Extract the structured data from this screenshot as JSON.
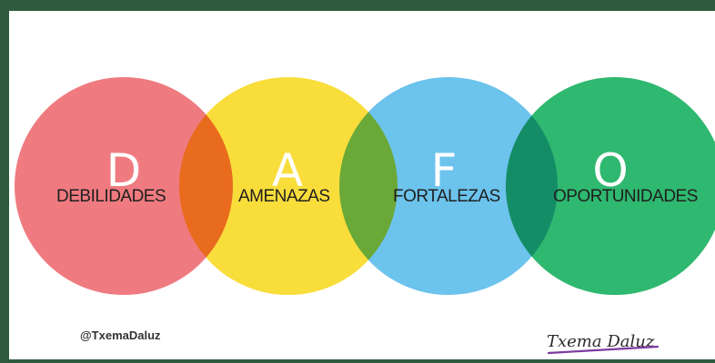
{
  "colors": {
    "frame": "#2e5b3e",
    "background": "#ffffff",
    "debilidades": "#ef7b80",
    "amenazas": "#f9dd3b",
    "fortalezas": "#6cc3ec",
    "oportunidades": "#2fb86f"
  },
  "items": [
    {
      "letter": "D",
      "label": "DEBILIDADES"
    },
    {
      "letter": "A",
      "label": "AMENAZAS"
    },
    {
      "letter": "F",
      "label": "FORTALEZAS"
    },
    {
      "letter": "O",
      "label": "OPORTUNIDADES"
    }
  ],
  "footer": {
    "handle": "@TxemaDaluz",
    "signature": "Txema Daluz"
  }
}
